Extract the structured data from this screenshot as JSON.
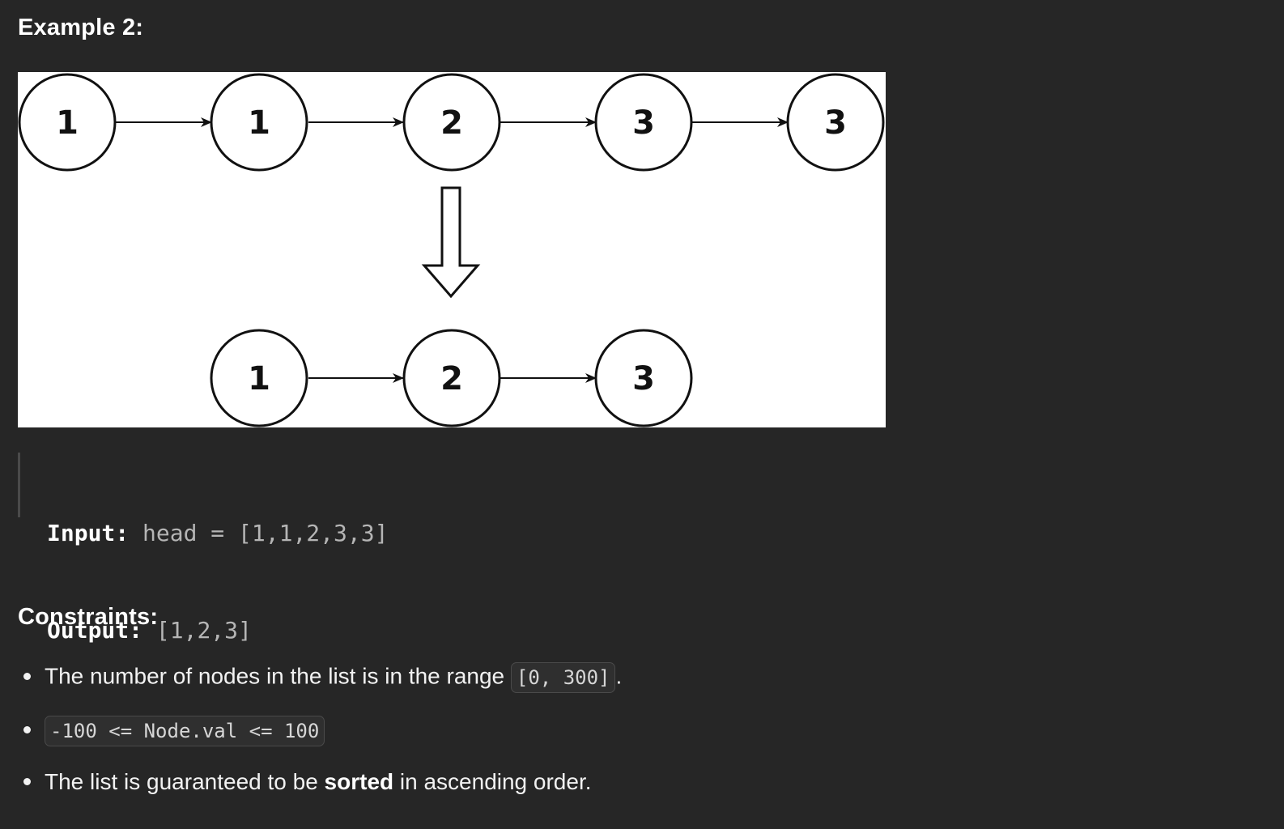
{
  "example": {
    "heading": "Example 2:",
    "diagram": {
      "input_list": [
        "1",
        "1",
        "2",
        "3",
        "3"
      ],
      "output_list": [
        "1",
        "2",
        "3"
      ]
    },
    "input_label": "Input:",
    "input_value": " head = [1,1,2,3,3]",
    "output_label": "Output:",
    "output_value": " [1,2,3]"
  },
  "constraints": {
    "heading": "Constraints:",
    "item1_text": "The number of nodes in the list is in the range ",
    "item1_code": "[0, 300]",
    "item1_end": ".",
    "item2_code": "-100 <= Node.val <= 100",
    "item3_before": "The list is guaranteed to be ",
    "item3_bold": "sorted",
    "item3_after": " in ascending order."
  }
}
